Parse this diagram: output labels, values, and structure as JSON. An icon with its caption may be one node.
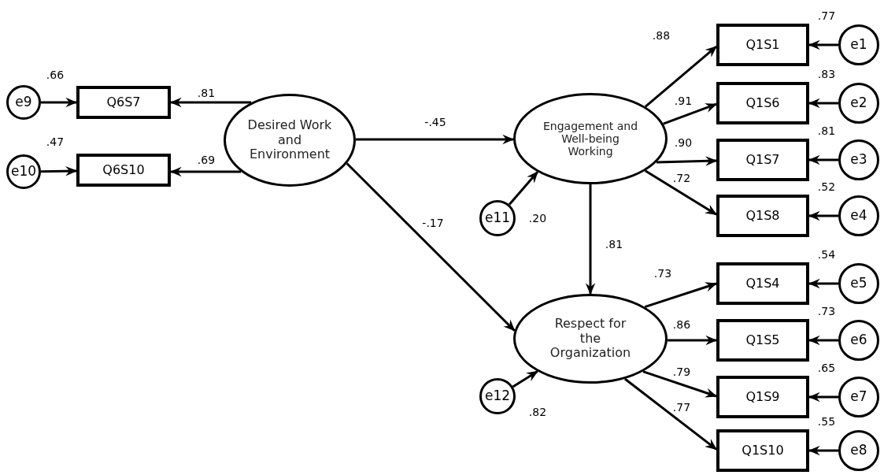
{
  "diagram": {
    "nodes": [
      {
        "text": [
          "e9"
        ]
      },
      {
        "text": [
          "Q6S7"
        ],
        "beside": [
          ".66"
        ]
      },
      {
        "text": [
          "e10"
        ]
      },
      {
        "text": [
          "Q6S10"
        ],
        "beside": [
          ".47"
        ]
      },
      {
        "text": [
          "Desired Work and Environment"
        ]
      },
      {
        "text": [
          "Engagement and Well-being Working"
        ]
      },
      {
        "text": [
          "e11"
        ],
        "beside": [
          ".20"
        ]
      },
      {
        "text": [
          "Respect for the Organization"
        ]
      },
      {
        "text": [
          "e12"
        ],
        "beside": [
          ".82"
        ]
      },
      {
        "text": [
          "Q1S1"
        ],
        "beside": [
          ".77"
        ]
      },
      {
        "text": [
          "e1"
        ]
      },
      {
        "text": [
          "Q1S6"
        ],
        "beside": [
          ".83"
        ]
      },
      {
        "text": [
          "e2"
        ]
      },
      {
        "text": [
          "Q1S7"
        ],
        "beside": [
          ".81"
        ]
      },
      {
        "text": [
          "e3"
        ]
      },
      {
        "text": [
          "Q1S8"
        ],
        "beside": [
          ".52"
        ]
      },
      {
        "text": [
          "e4"
        ]
      },
      {
        "text": [
          "Q1S4"
        ],
        "beside": [
          ".54"
        ]
      },
      {
        "text": [
          "e5"
        ]
      },
      {
        "text": [
          "Q1S5"
        ],
        "beside": [
          ".73"
        ]
      },
      {
        "text": [
          "e6"
        ]
      },
      {
        "text": [
          "Q1S9"
        ],
        "beside": [
          ".65"
        ]
      },
      {
        "text": [
          "e7"
        ]
      },
      {
        "text": [
          "Q1S10"
        ],
        "beside": [
          ".55"
        ]
      },
      {
        "text": [
          "e8"
        ]
      }
    ],
    "edges": [
      {
        "from": 0,
        "to": 1,
        "arrow": "to"
      },
      {
        "from": 2,
        "to": 3,
        "arrow": "to"
      },
      {
        "from": 4,
        "to": 1,
        "arrow": "to",
        "label": ".81"
      },
      {
        "from": 4,
        "to": 3,
        "arrow": "to",
        "label": ".69"
      },
      {
        "from": 4,
        "to": 5,
        "arrow": "to",
        "label": "-.45"
      },
      {
        "from": 4,
        "to": 7,
        "arrow": "to",
        "label": "-.17"
      },
      {
        "from": 6,
        "to": 5,
        "arrow": "to"
      },
      {
        "from": 8,
        "to": 7,
        "arrow": "to"
      },
      {
        "from": 5,
        "to": 7,
        "arrow": "to",
        "label": ".81"
      },
      {
        "from": 5,
        "to": 9,
        "arrow": "to",
        "label": ".88"
      },
      {
        "from": 5,
        "to": 11,
        "arrow": "to",
        "label": ".91"
      },
      {
        "from": 5,
        "to": 13,
        "arrow": "to",
        "label": ".90"
      },
      {
        "from": 5,
        "to": 15,
        "arrow": "to",
        "label": ".72"
      },
      {
        "from": 7,
        "to": 17,
        "arrow": "to",
        "label": ".73"
      },
      {
        "from": 7,
        "to": 19,
        "arrow": "to",
        "label": ".86"
      },
      {
        "from": 7,
        "to": 21,
        "arrow": "to",
        "label": ".79"
      },
      {
        "from": 7,
        "to": 23,
        "arrow": "to",
        "label": ".77"
      },
      {
        "from": 10,
        "to": 9,
        "arrow": "to"
      },
      {
        "from": 12,
        "to": 11,
        "arrow": "to"
      },
      {
        "from": 14,
        "to": 13,
        "arrow": "to"
      },
      {
        "from": 16,
        "to": 15,
        "arrow": "to"
      },
      {
        "from": 18,
        "to": 17,
        "arrow": "to"
      },
      {
        "from": 20,
        "to": 19,
        "arrow": "to"
      },
      {
        "from": 22,
        "to": 21,
        "arrow": "to"
      },
      {
        "from": 24,
        "to": 23,
        "arrow": "to"
      }
    ]
  }
}
